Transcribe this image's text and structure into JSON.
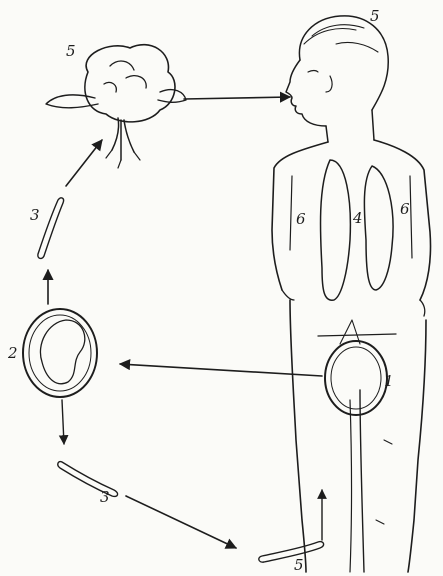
{
  "labels": {
    "cabbage": "5",
    "head": "5",
    "larva_upper": "3",
    "cyst_left": "2",
    "cyst_body": "1",
    "larva_lower_left": "3",
    "larva_bottom": "5",
    "lung_left": "6",
    "lung_center": "4",
    "lung_right": "6"
  },
  "colors": {
    "ink": "#1d1d1d",
    "paper": "#fbfbf8"
  }
}
